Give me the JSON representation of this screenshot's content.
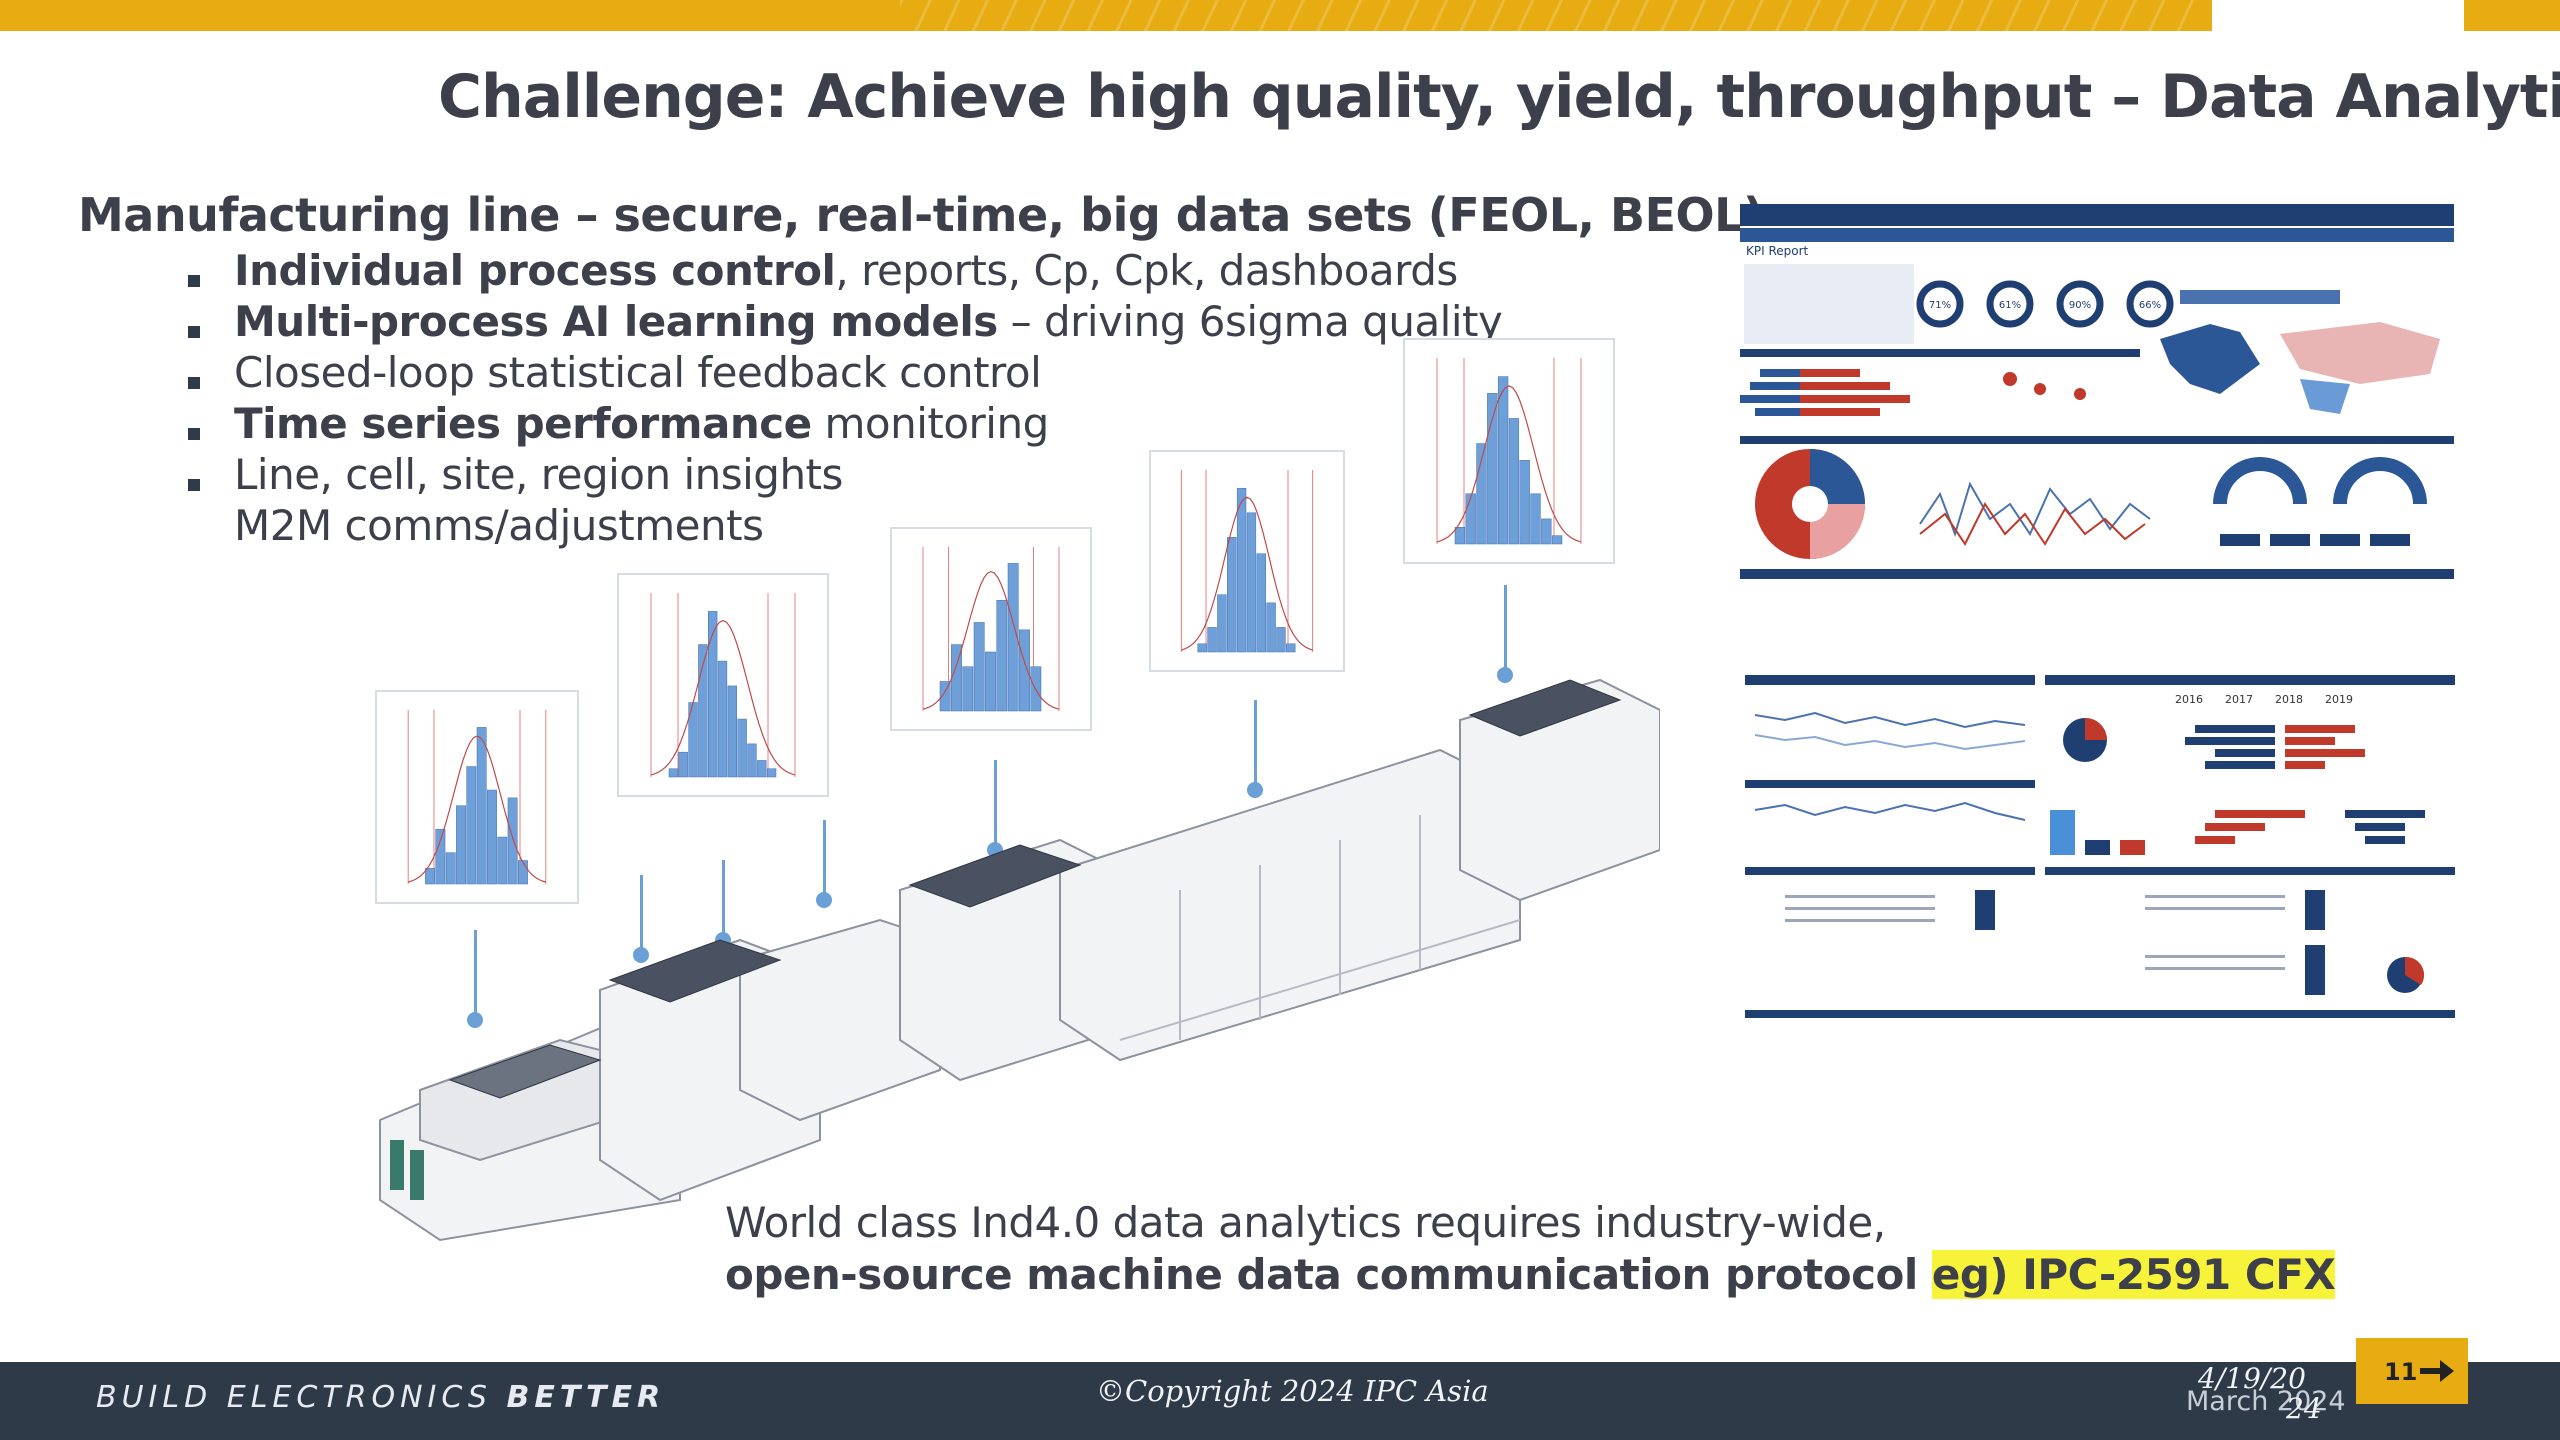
{
  "title": "Challenge: Achieve high quality, yield, throughput – Data Analytics",
  "headline": "Manufacturing line – secure, real-time, big data sets (FEOL, BEOL)",
  "bullets": [
    {
      "bold": "Individual process control",
      "rest": ", reports, Cp, Cpk, dashboards"
    },
    {
      "bold": "Multi-process AI learning models",
      "rest": " – driving 6sigma quality"
    },
    {
      "bold": "",
      "rest": "Closed-loop statistical feedback control"
    },
    {
      "bold": "Time series performance",
      "rest": " monitoring"
    },
    {
      "bold": "",
      "rest": "Line, cell, site, region insights"
    },
    {
      "bold": "",
      "rest": "M2M comms/adjustments"
    }
  ],
  "dashboard": {
    "title": "KPI Report",
    "gauges": [
      "71%",
      "61%",
      "90%",
      "66%"
    ],
    "years": [
      "2016",
      "2017",
      "2018",
      "2019"
    ]
  },
  "bottom": {
    "line1": "World class Ind4.0 data analytics requires industry-wide,",
    "line2_bold": "open-source machine data communication protocol ",
    "line2_highlight": "eg) IPC-2591 CFX"
  },
  "footer": {
    "tagline_regular": "BUILD ELECTRONICS ",
    "tagline_bold": "BETTER",
    "copyright": "©Copyright 2024 IPC Asia",
    "date_line1": "4/19/20",
    "date_line2": "March 2024",
    "date_line3": "24",
    "page": "11"
  },
  "colors": {
    "accent": "#e7ac12",
    "footer": "#2f3a49",
    "histogram_bar": "#6f9fd8",
    "highlight": "#f7f33a"
  }
}
